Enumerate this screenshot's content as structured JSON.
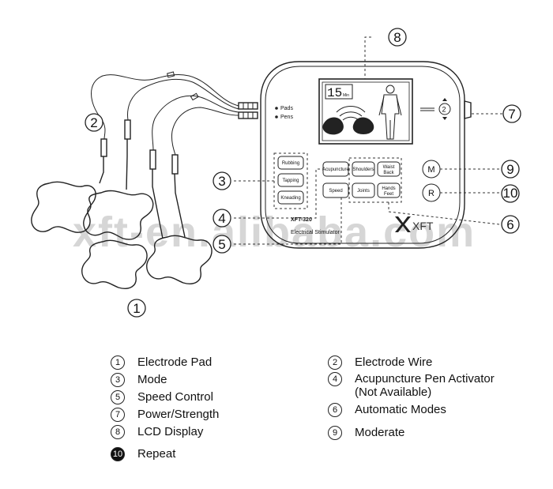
{
  "watermark": "xft-en.alibaba.com",
  "callouts": [
    "1",
    "2",
    "3",
    "4",
    "5",
    "6",
    "7",
    "8",
    "9",
    "10"
  ],
  "lcd": {
    "timer": "15",
    "timer_unit": "Min"
  },
  "device": {
    "indicator_1": "Pads",
    "indicator_2": "Pens",
    "model": "XFT-320",
    "name": "Electrical Stimulator",
    "brand": "XFT",
    "dial_value": "2"
  },
  "buttons": {
    "rubbing": "Rubbing",
    "tapping": "Tapping",
    "kneading": "Kneading",
    "acupuncture": "Acupuncture",
    "speed": "Speed",
    "shoulders": "Shoulders",
    "waist_back_1": "Waist",
    "waist_back_2": "Back",
    "joints": "Joints",
    "hands_feet_1": "Hands",
    "hands_feet_2": "Feet",
    "m": "M",
    "r": "R"
  },
  "legend": [
    {
      "num": "1",
      "label": "Electrode Pad"
    },
    {
      "num": "2",
      "label": "Electrode Wire"
    },
    {
      "num": "3",
      "label": "Mode"
    },
    {
      "num": "4",
      "label": "Acupuncture Pen Activator",
      "label2": "(Not Available)"
    },
    {
      "num": "5",
      "label": "Speed Control"
    },
    {
      "num": "6",
      "label": "Automatic Modes"
    },
    {
      "num": "7",
      "label": "Power/Strength"
    },
    {
      "num": "8",
      "label": "LCD Display"
    },
    {
      "num": "9",
      "label": "Moderate"
    },
    {
      "num": "10",
      "label": "Repeat"
    }
  ]
}
